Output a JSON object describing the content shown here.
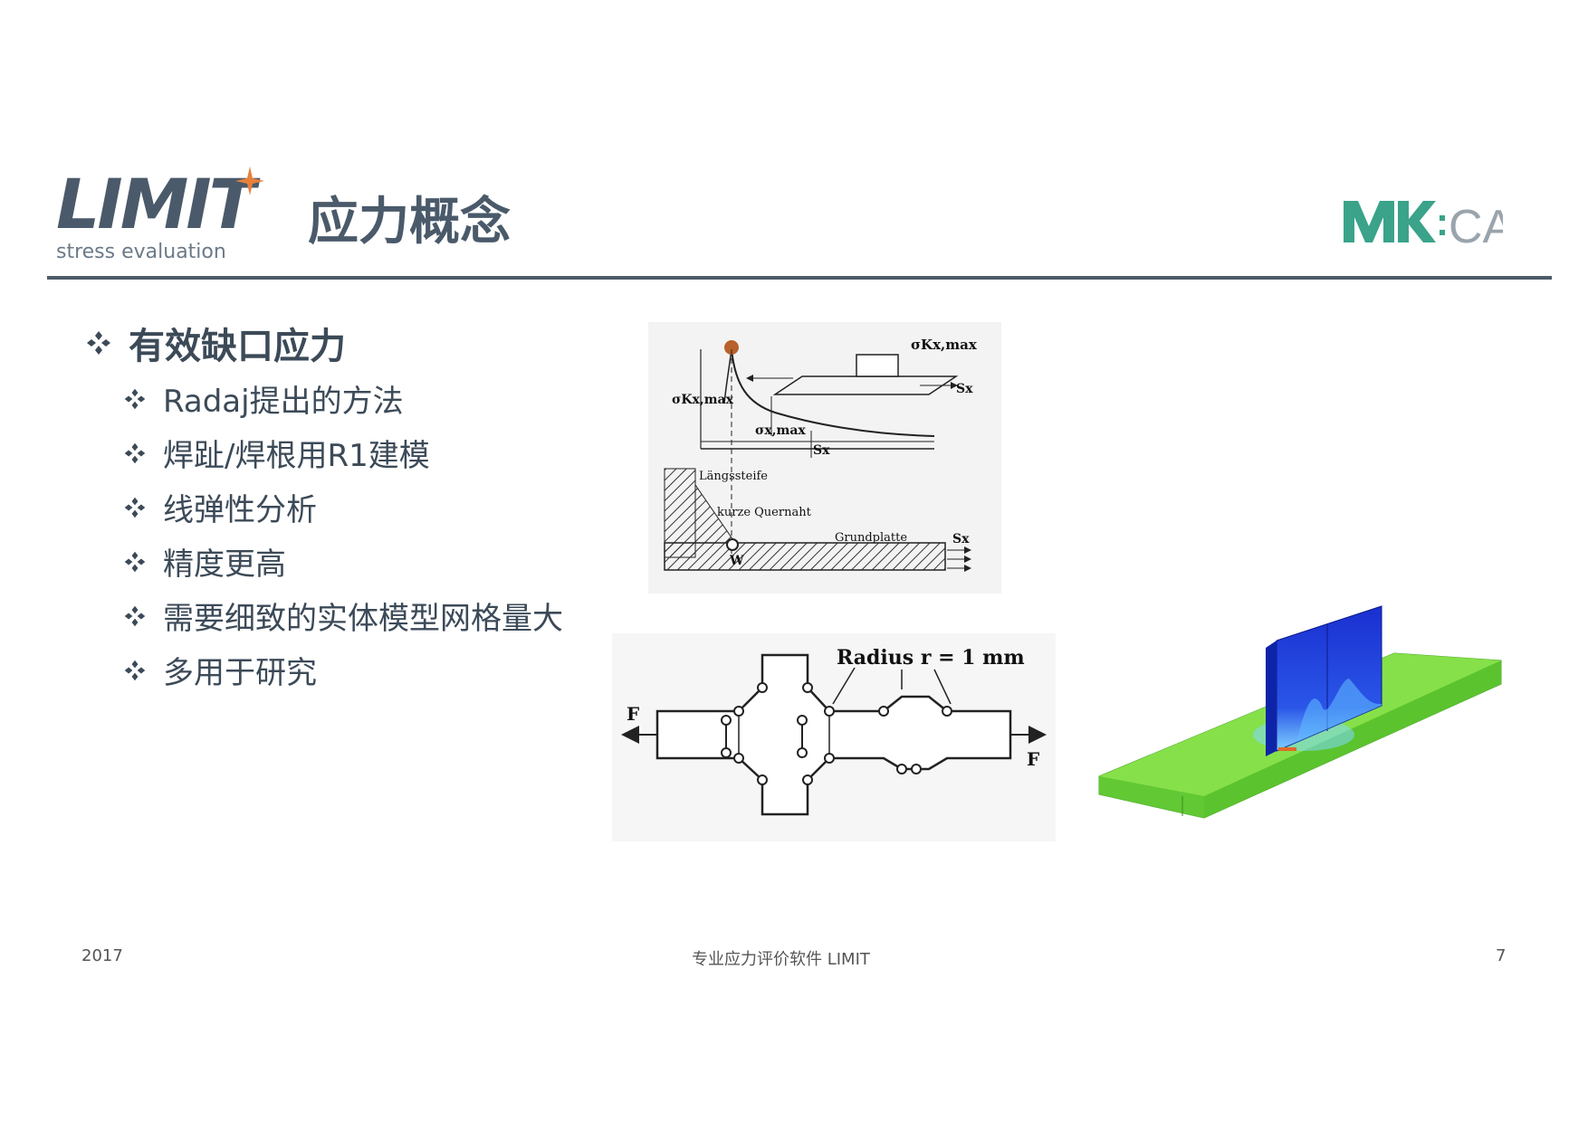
{
  "header": {
    "logo_word": "LIMIT",
    "logo_tagline": "stress evaluation",
    "title": "应力概念",
    "partner_logo": "MKCAE"
  },
  "bullets": {
    "main": "有效缺口应力",
    "sub": [
      "Radaj提出的方法",
      "焊趾/焊根用R1建模",
      "线弹性分析",
      "精度更高",
      "需要细致的实体模型网格量大",
      "多用于研究"
    ]
  },
  "figure_top": {
    "label_sigma_kx_max_right": "σKx,max",
    "label_sigma_kx_max_left": "σKx,max",
    "label_sigma_x_max": "σx,max",
    "label_sx_1": "Sx",
    "label_sx_2": "Sx",
    "label_sx_3": "Sx",
    "label_laengssteife": "Längssteife",
    "label_kurze_quernaht": "kurze Quernaht",
    "label_grundplatte": "Grundplatte",
    "label_w": "W"
  },
  "figure_bottom": {
    "label_radius": "Radius r = 1 mm",
    "label_f_left": "F",
    "label_f_right": "F"
  },
  "footer": {
    "year": "2017",
    "center": "专业应力评价软件 LIMIT",
    "page": "7"
  },
  "colors": {
    "logo_gray": "#4a5a6a",
    "logo_star": "#e8803a",
    "mk_green": "#3aa38a",
    "cae_gray": "#9aa4ad",
    "rule": "#4d5b69",
    "fe_green": "#7ad83a",
    "fe_blue": "#1a3fd0"
  }
}
